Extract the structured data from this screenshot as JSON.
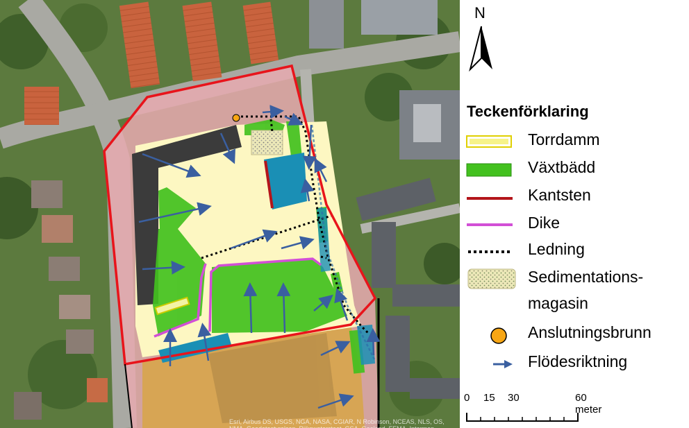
{
  "map": {
    "credit": "Esri, Airbus DS, USGS, NGA, NASA, CGIAR, N Robinson, NCEAS, NLS, OS, NMA, Geodatastyrelsen, Rijkswaterstaat, GSA, Geoland, FEMA, Intermap",
    "colors": {
      "boundary": "#e8141b",
      "torrdamm_fill": "#f3f3a6",
      "torrdamm_edge": "#cccc00",
      "vaxtbadd": "#43c11f",
      "kantsten": "#b4151b",
      "dike": "#d24fd6",
      "ledning": "#000000",
      "sediment": "#ece8b8",
      "brunn": "#f7a614",
      "flow_arrow": "#3a5fa0",
      "pond": "#1a8fb5",
      "pink_zone": "#e8aab0",
      "orange_zone": "#d7a646",
      "site_fill": "#fdf7c2",
      "building_dark": "#3b3b3b"
    }
  },
  "north": {
    "letter": "N"
  },
  "legend": {
    "title": "Teckenförklaring",
    "items": [
      {
        "key": "torrdamm",
        "label": "Torrdamm",
        "icon": "yellow-rect-icon"
      },
      {
        "key": "vaxtbadd",
        "label": "Växtbädd",
        "icon": "green-rect-icon"
      },
      {
        "key": "kantsten",
        "label": "Kantsten",
        "icon": "red-line-icon"
      },
      {
        "key": "dike",
        "label": "Dike",
        "icon": "magenta-line-icon"
      },
      {
        "key": "ledning",
        "label": "Ledning",
        "icon": "dotted-line-icon"
      },
      {
        "key": "sediment",
        "label_line1": "Sedimentations-",
        "label_line2": "magasin",
        "icon": "dotted-pattern-icon"
      },
      {
        "key": "brunn",
        "label": "Anslutningsbrunn",
        "icon": "orange-circle-icon"
      },
      {
        "key": "flow",
        "label": "Flödesriktning",
        "icon": "blue-arrow-icon"
      }
    ]
  },
  "scalebar": {
    "ticks": [
      "0",
      "15",
      "30",
      "60 meter"
    ]
  }
}
